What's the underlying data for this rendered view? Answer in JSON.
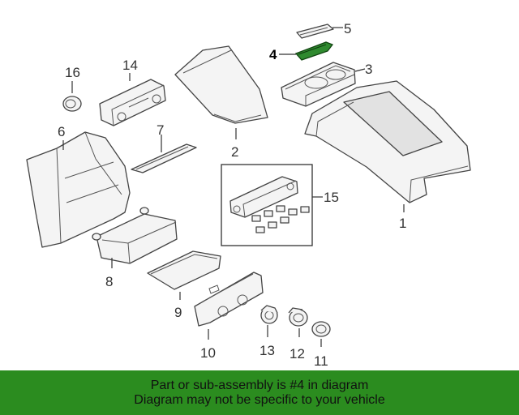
{
  "diagram": {
    "callouts": {
      "c1": "1",
      "c2": "2",
      "c3": "3",
      "c4": "4",
      "c5": "5",
      "c6": "6",
      "c7": "7",
      "c8": "8",
      "c9": "9",
      "c10": "10",
      "c11": "11",
      "c12": "12",
      "c13": "13",
      "c14": "14",
      "c15": "15",
      "c16": "16"
    },
    "highlighted_part": "4",
    "highlight_color": "#2f8a2f"
  },
  "banner": {
    "line1": "Part or sub-assembly is #4 in diagram",
    "line2": "Diagram may not be specific to your vehicle",
    "background": "#2b8c1f"
  }
}
